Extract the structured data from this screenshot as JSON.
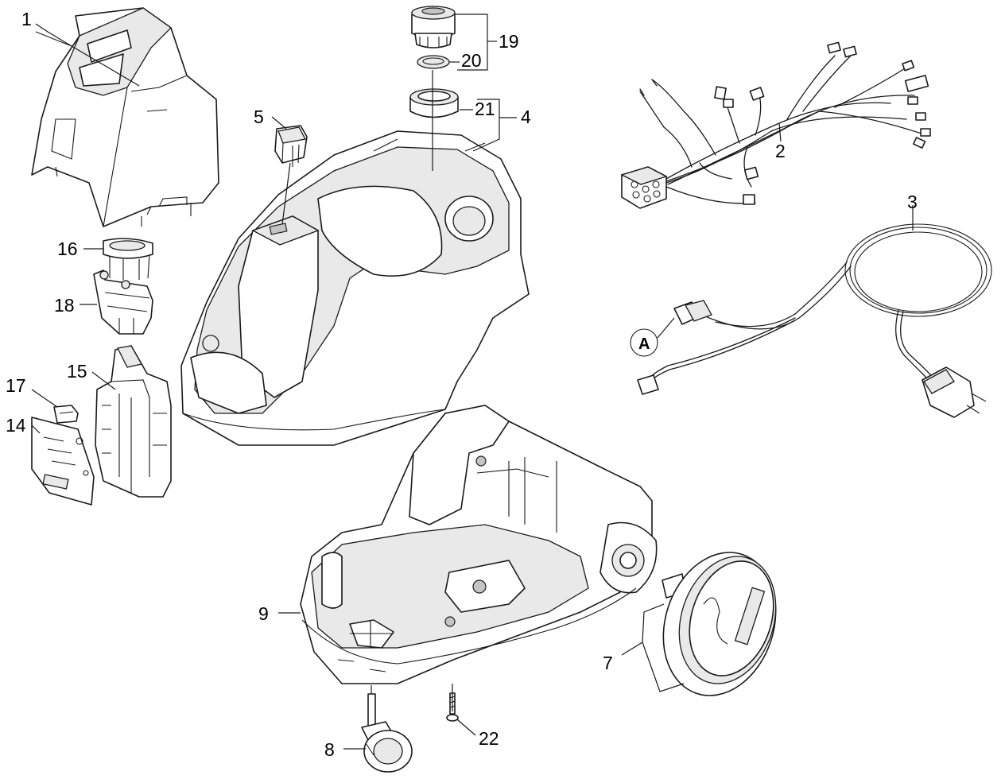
{
  "labels": {
    "p1": "1",
    "p2": "2",
    "p3": "3",
    "p4": "4",
    "p5": "5",
    "p7": "7",
    "p8": "8",
    "p9": "9",
    "p14": "14",
    "p15": "15",
    "p16": "16",
    "p17": "17",
    "p18": "18",
    "p19": "19",
    "p20": "20",
    "p21": "21",
    "p22": "22",
    "detailA": "A"
  },
  "colors": {
    "line": "#1a1a1a",
    "fill": "#ffffff",
    "shade": "#e9e9e9"
  }
}
